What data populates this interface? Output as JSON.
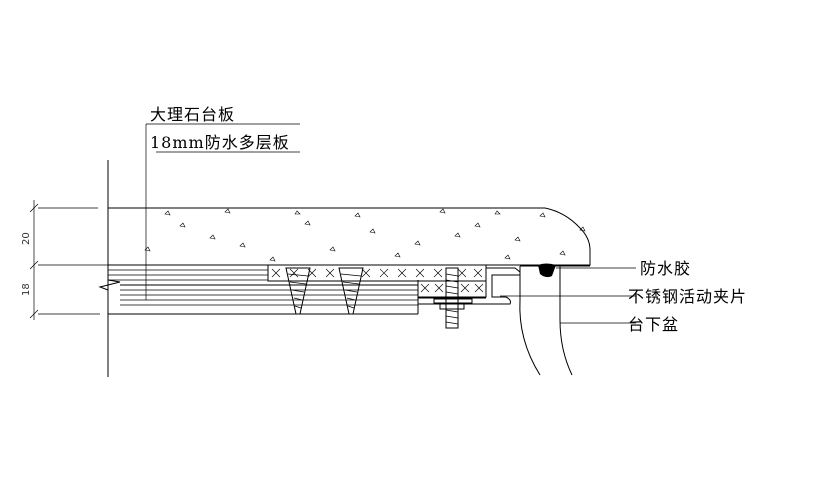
{
  "labels": {
    "marble_countertop": "大理石台板",
    "waterproof_plywood": "18mm防水多层板",
    "waterproof_glue": "防水胶",
    "stainless_clip": "不锈钢活动夹片",
    "undermount_basin": "台下盆"
  },
  "dimensions": {
    "top": "20",
    "bottom": "18"
  },
  "colors": {
    "stroke": "#000000",
    "background": "#ffffff"
  }
}
